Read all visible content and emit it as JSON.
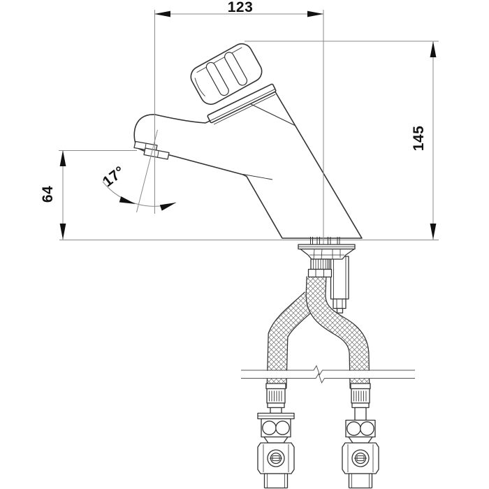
{
  "drawing": {
    "title": "self-closing-tap-dimensional-drawing",
    "dimensions": {
      "width": "123",
      "height": "145",
      "spout_height": "64",
      "spout_angle": "17°"
    },
    "colors": {
      "outline": "#333333",
      "reference_line": "#8a8a8a",
      "annotation": "#111111",
      "background": "#ffffff",
      "braid_hatch": "#6f6f6f"
    }
  }
}
